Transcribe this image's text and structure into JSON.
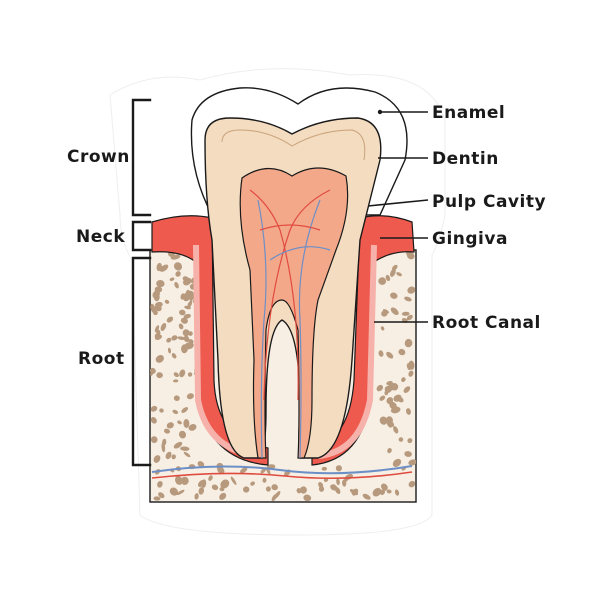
{
  "diagram": {
    "left_labels": {
      "crown": "Crown",
      "neck": "Neck",
      "root": "Root"
    },
    "right_labels": {
      "enamel": "Enamel",
      "dentin": "Dentin",
      "pulp_cavity": "Pulp Cavity",
      "gingiva": "Gingiva",
      "root_canal": "Root Canal"
    },
    "colors": {
      "enamel": "#ffffff",
      "dentin": "#f4dcc0",
      "pulp": "#f4a88a",
      "gingiva": "#ee5a4e",
      "gum_light": "#f6b2aa",
      "bone": "#f7efe4",
      "bone_spots": "#b79a7e",
      "vein": "#6d8fc7",
      "artery": "#e04b3f"
    }
  }
}
